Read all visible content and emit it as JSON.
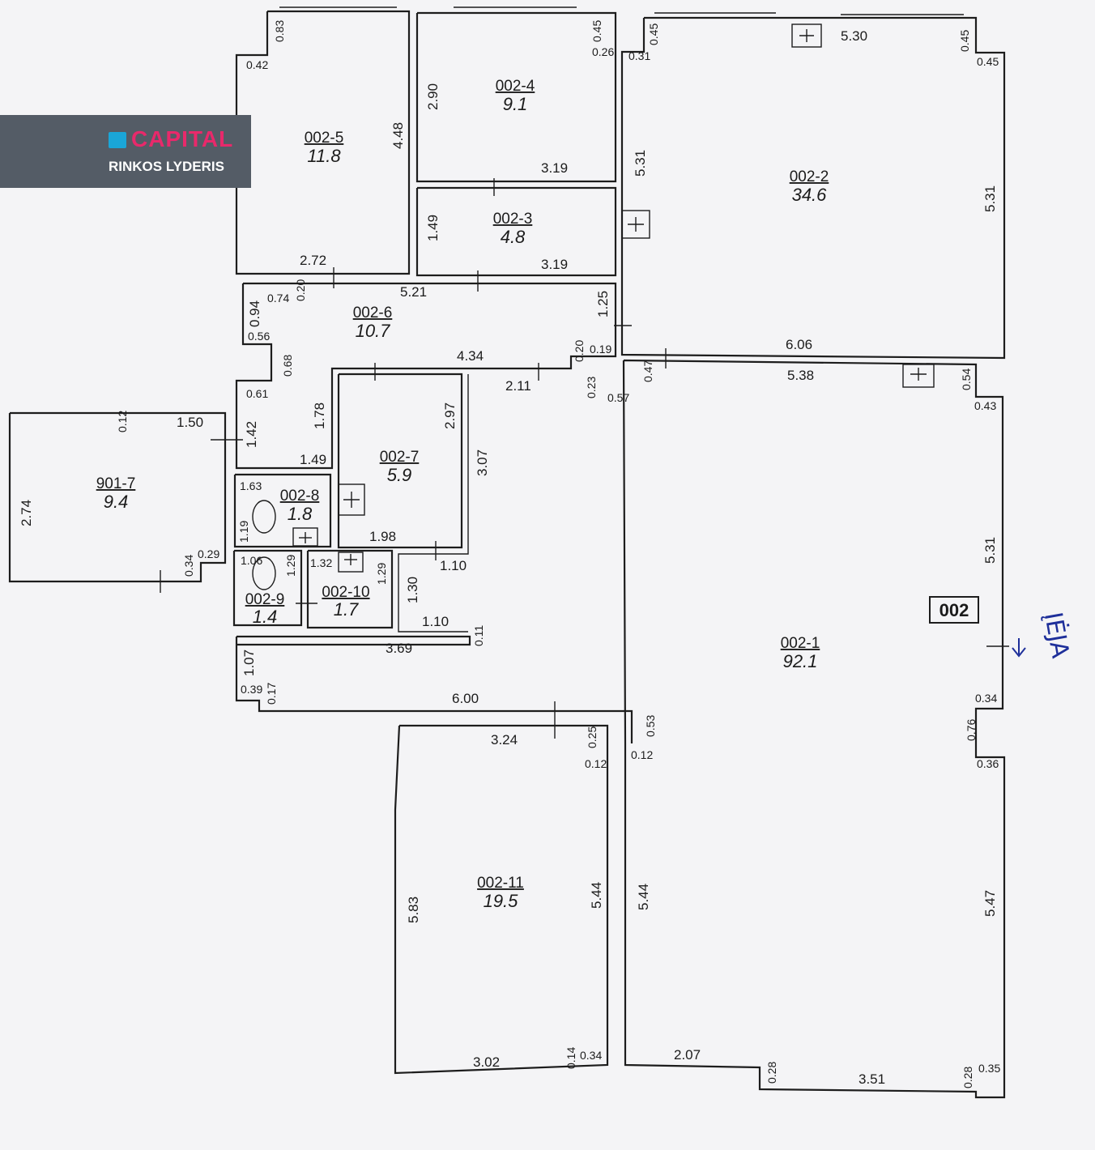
{
  "logo": {
    "brand": "CAPITAL",
    "tagline": "RINKOS LYDERIS"
  },
  "unit_label": "002",
  "entrance_label": "ĮĖJA",
  "rooms": [
    {
      "id": "002-1",
      "area": "92.1"
    },
    {
      "id": "002-2",
      "area": "34.6"
    },
    {
      "id": "002-3",
      "area": "4.8"
    },
    {
      "id": "002-4",
      "area": "9.1"
    },
    {
      "id": "002-5",
      "area": "11.8"
    },
    {
      "id": "002-6",
      "area": "10.7"
    },
    {
      "id": "002-7",
      "area": "5.9"
    },
    {
      "id": "002-8",
      "area": "1.8"
    },
    {
      "id": "002-9",
      "area": "1.4"
    },
    {
      "id": "002-10",
      "area": "1.7"
    },
    {
      "id": "002-11",
      "area": "19.5"
    },
    {
      "id": "901-7",
      "area": "9.4"
    }
  ],
  "dimensions": [
    "0.83",
    "0.42",
    "4.48",
    "2.72",
    "0.45",
    "0.26",
    "2.90",
    "3.19",
    "1.49",
    "3.19",
    "0.45",
    "0.31",
    "5.30",
    "0.45",
    "0.45",
    "5.31",
    "5.31",
    "6.06",
    "5.21",
    "0.74",
    "0.20",
    "0.94",
    "0.56",
    "1.25",
    "0.20",
    "0.19",
    "4.34",
    "0.68",
    "0.61",
    "2.11",
    "0.23",
    "0.57",
    "0.47",
    "5.38",
    "0.54",
    "0.43",
    "0.12",
    "1.50",
    "1.42",
    "1.78",
    "2.97",
    "3.07",
    "1.49",
    "2.74",
    "1.63",
    "1.19",
    "0.29",
    "0.34",
    "1.98",
    "1.10",
    "1.06",
    "1.29",
    "1.32",
    "1.29",
    "1.30",
    "1.10",
    "0.11",
    "3.69",
    "5.31",
    "1.07",
    "0.39",
    "0.17",
    "6.00",
    "0.34",
    "0.76",
    "0.36",
    "3.24",
    "0.25",
    "0.12",
    "0.53",
    "0.12",
    "5.83",
    "5.44",
    "5.44",
    "5.47",
    "3.02",
    "0.14",
    "0.34",
    "2.07",
    "0.28",
    "3.51",
    "0.28",
    "0.35"
  ]
}
